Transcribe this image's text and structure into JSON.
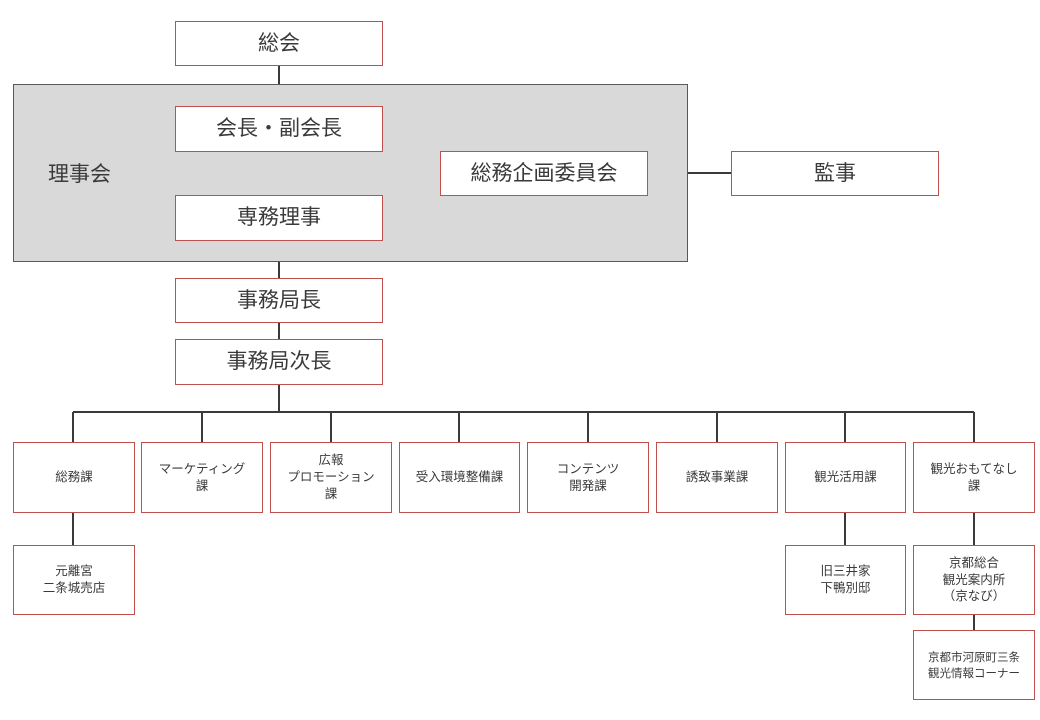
{
  "board_label": "理事会",
  "nodes": {
    "general_meeting": "総会",
    "chair": "会長・副会長",
    "executive_director": "専務理事",
    "planning_committee": "総務企画委員会",
    "auditor": "監事",
    "secretary_general": "事務局長",
    "deputy_secretary_general": "事務局次長",
    "general_affairs": "総務課",
    "marketing": "マーケティング\n課",
    "pr": "広報\nプロモーション\n課",
    "reception_env": "受入環境整備課",
    "contents": "コンテンツ\n開発課",
    "invitation": "誘致事業課",
    "tourism_use": "観光活用課",
    "hospitality": "観光おもてなし\n課",
    "nijo_shop": "元離宮\n二条城売店",
    "mitsui_villa": "旧三井家\n下鴨別邸",
    "kyonavi": "京都総合\n観光案内所\n（京なび）",
    "kawaramachi": "京都市河原町三条\n観光情報コーナー"
  }
}
